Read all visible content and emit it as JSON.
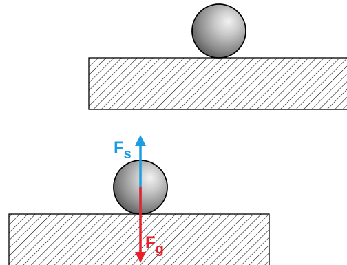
{
  "diagram": {
    "forces": {
      "support": {
        "symbol": "F",
        "subscript": "s",
        "color": "#1a9ee0",
        "direction": "up"
      },
      "gravity": {
        "symbol": "F",
        "subscript": "g",
        "color": "#e8202a",
        "direction": "down"
      }
    },
    "colors": {
      "ball_dark": "#5a5a5a",
      "ball_light": "#f2f2f2",
      "hatch": "#000000",
      "outline": "#000000"
    }
  }
}
